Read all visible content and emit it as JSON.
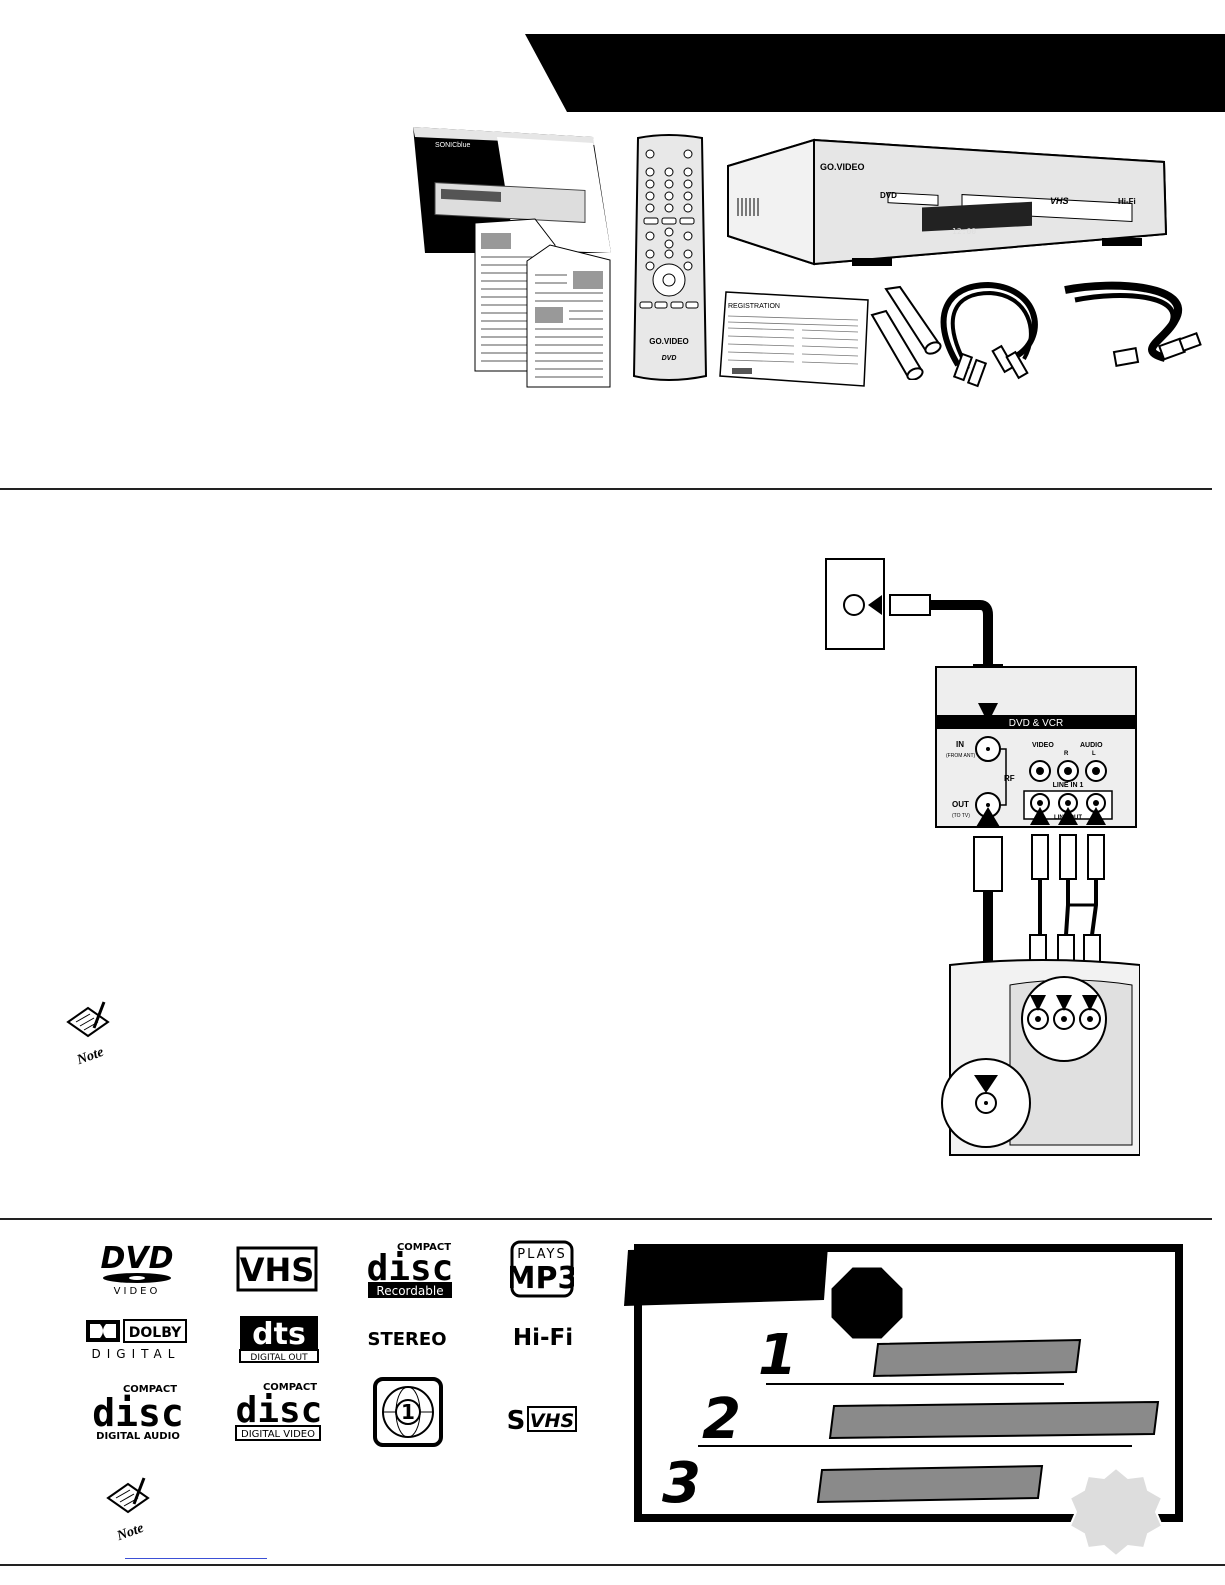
{
  "product_brand": "GO.VIDEO",
  "manual_cover_brand": "SONICblue",
  "registration_card_title": "REGISTRATION",
  "vcr_labels": {
    "vhs": "VHS",
    "hifi": "Hi-Fi",
    "clock": "12:00",
    "dvd_badge": "DVD"
  },
  "remote_brand": "GO.VIDEO",
  "remote_badge": "DVD",
  "connection_panel": {
    "title": "DVD & VCR",
    "in_label": "IN",
    "in_sub": "(FROM ANT)",
    "out_label": "OUT",
    "out_sub": "(TO TV)",
    "rf_label": "RF",
    "video_label": "VIDEO",
    "audio_label": "AUDIO",
    "r_label": "R",
    "l_label": "L",
    "line_in_label": "LINE IN 1",
    "line_out_label": "LINE OUT"
  },
  "note_label": "Note",
  "logos": {
    "dvd": "DVD",
    "dvd_sub": "VIDEO",
    "vhs": "VHS",
    "cd_r_top": "COMPACT",
    "cd_r_main": "disc",
    "cd_r_sub": "Recordable",
    "mp3_top": "PLAYS",
    "mp3_main": "MP3",
    "dolby_main": "DOLBY",
    "dolby_sub": "DIGITAL",
    "dts_main": "dts",
    "dts_sub": "DIGITAL OUT",
    "stereo": "STEREO",
    "hifi": "Hi-Fi",
    "cd_da_top": "COMPACT",
    "cd_da_main": "disc",
    "cd_da_sub": "DIGITAL AUDIO",
    "cd_dv_top": "COMPACT",
    "cd_dv_main": "disc",
    "cd_dv_sub": "DIGITAL VIDEO",
    "region": "1",
    "svhs_s": "S",
    "svhs_vhs": "VHS"
  },
  "steps": [
    "1",
    "2",
    "3"
  ],
  "colors": {
    "ink": "#000000",
    "gray_bar": "#8a8a8a",
    "light_gray": "#d9d9d9",
    "panel_fill": "#eeeeee"
  }
}
